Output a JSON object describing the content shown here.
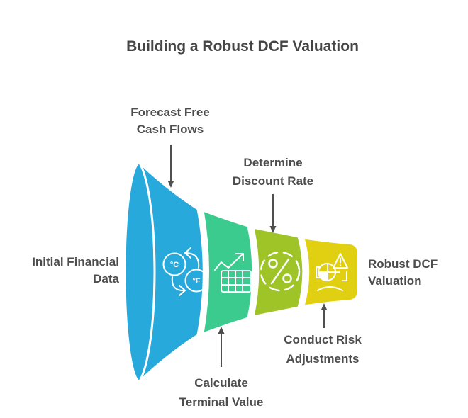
{
  "title": "Building a Robust DCF Valuation",
  "colors": {
    "stage_blue": "#28A9DC",
    "stage_green": "#3BCB8F",
    "stage_olive": "#9EC428",
    "stage_yellow": "#E0D011",
    "label_text": "#4D4D4D",
    "arrow": "#4F4F4F",
    "icon_stroke": "#FFFFFF",
    "background": "#FFFFFF"
  },
  "input_label": {
    "line1": "Initial Financial",
    "line2": "Data"
  },
  "output_label": {
    "line1": "Robust DCF",
    "line2": "Valuation"
  },
  "funnel": {
    "stages": [
      {
        "name": "forecast-free-cash-flows",
        "label_line1": "Forecast Free",
        "label_line2": "Cash Flows",
        "label_position": "top",
        "icon": "temperature-conversion-icon",
        "color": "#28A9DC"
      },
      {
        "name": "calculate-terminal-value",
        "label_line1": "Calculate",
        "label_line2": "Terminal Value",
        "label_position": "bottom",
        "icon": "growth-spreadsheet-icon",
        "color": "#3BCB8F"
      },
      {
        "name": "determine-discount-rate",
        "label_line1": "Determine",
        "label_line2": "Discount Rate",
        "label_position": "top",
        "icon": "percent-dashed-circle-icon",
        "color": "#9EC428"
      },
      {
        "name": "conduct-risk-adjustments",
        "label_line1": "Conduct Risk",
        "label_line2": "Adjustments",
        "label_position": "bottom",
        "icon": "risk-assessment-icon",
        "color": "#E0D011"
      }
    ],
    "icon_glyphs": {
      "celsius": "°C",
      "fahrenheit": "°F"
    }
  }
}
